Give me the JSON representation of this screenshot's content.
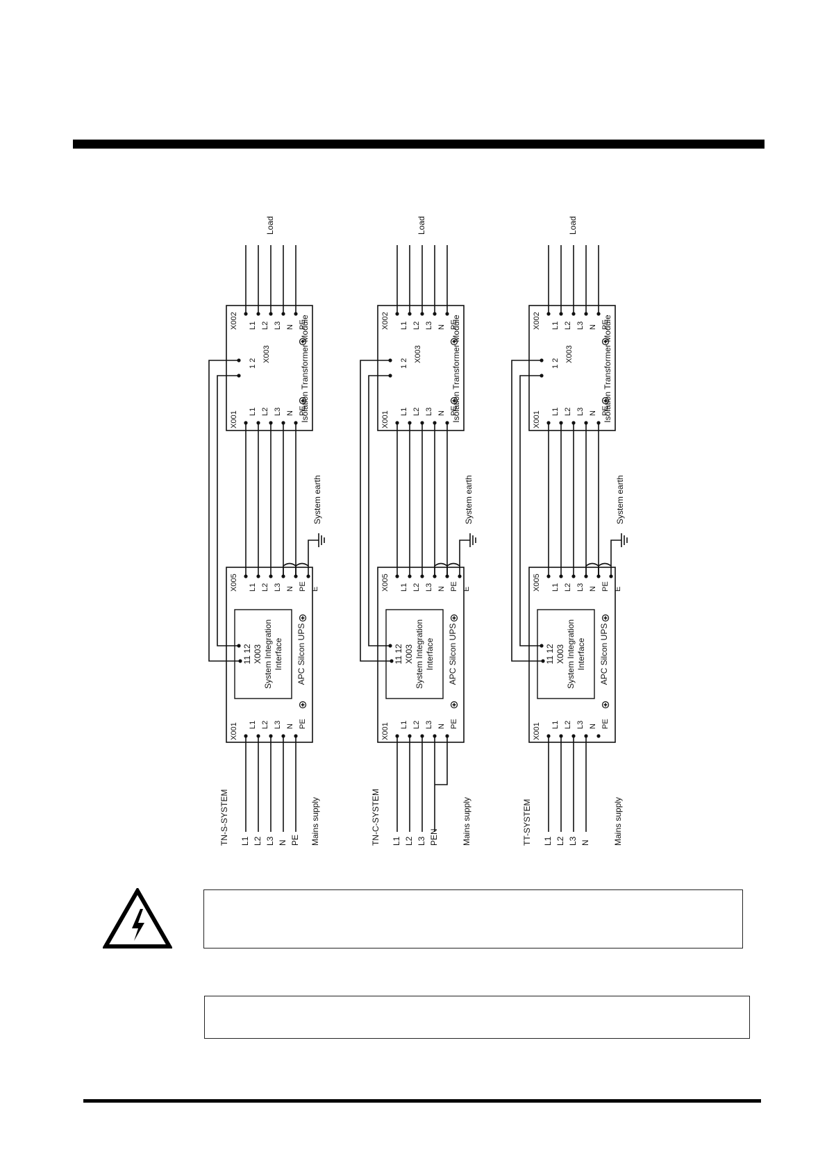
{
  "systems": [
    {
      "type_label": "TN-S-SYSTEM",
      "supply_lines": [
        "L1",
        "L2",
        "L3",
        "N",
        "PE"
      ],
      "mains_label": "Mains supply",
      "ups": {
        "x001_header": "X001",
        "x001_terms": [
          "L1",
          "L2",
          "L3",
          "N",
          "PE"
        ],
        "x005_header": "X005",
        "x005_terms": [
          "L1",
          "L2",
          "L3",
          "N",
          "PE",
          "E"
        ],
        "interface_lines": [
          "11  12",
          "X003",
          "System Integration",
          "Interface"
        ],
        "ups_label": "APC Silcon UPS"
      },
      "earth_label": "System earth",
      "itm": {
        "x001_header": "X001",
        "x001_terms": [
          "L1",
          "L2",
          "L3",
          "N",
          "PE"
        ],
        "x003_terms": "1    2",
        "x003_label": "X003",
        "x002_header": "X002",
        "x002_terms": [
          "L1",
          "L2",
          "L3",
          "N",
          "PE"
        ],
        "module_label": "Isolation Transformer Module"
      },
      "load_label": "Load"
    },
    {
      "type_label": "TN-C-SYSTEM",
      "supply_lines": [
        "L1",
        "L2",
        "L3",
        "PEN"
      ],
      "mains_label": "Mains supply",
      "ups": {
        "x001_header": "X001",
        "x001_terms": [
          "L1",
          "L2",
          "L3",
          "N",
          "PE"
        ],
        "x005_header": "X005",
        "x005_terms": [
          "L1",
          "L2",
          "L3",
          "N",
          "PE",
          "E"
        ],
        "interface_lines": [
          "11  12",
          "X003",
          "System Integration",
          "Interface"
        ],
        "ups_label": "APC Silcon UPS"
      },
      "earth_label": "System earth",
      "itm": {
        "x001_header": "X001",
        "x001_terms": [
          "L1",
          "L2",
          "L3",
          "N",
          "PE"
        ],
        "x003_terms": "1    2",
        "x003_label": "X003",
        "x002_header": "X002",
        "x002_terms": [
          "L1",
          "L2",
          "L3",
          "N",
          "PE"
        ],
        "module_label": "Isolation Transformer Module"
      },
      "load_label": "Load"
    },
    {
      "type_label": "TT-SYSTEM",
      "supply_lines": [
        "L1",
        "L2",
        "L3",
        "N"
      ],
      "mains_label": "Mains supply",
      "ups": {
        "x001_header": "X001",
        "x001_terms": [
          "L1",
          "L2",
          "L3",
          "N",
          "PE"
        ],
        "x005_header": "X005",
        "x005_terms": [
          "L1",
          "L2",
          "L3",
          "N",
          "PE",
          "E"
        ],
        "interface_lines": [
          "11  12",
          "X003",
          "System Integration",
          "Interface"
        ],
        "ups_label": "APC Silcon UPS"
      },
      "earth_label": "System earth",
      "itm": {
        "x001_header": "X001",
        "x001_terms": [
          "L1",
          "L2",
          "L3",
          "N",
          "PE"
        ],
        "x003_terms": "1    2",
        "x003_label": "X003",
        "x002_header": "X002",
        "x002_terms": [
          "L1",
          "L2",
          "L3",
          "N",
          "PE"
        ],
        "module_label": "Isolation Transformer Module"
      },
      "load_label": "Load"
    }
  ],
  "warning_box": {
    "text": ""
  },
  "info_box": {
    "text": ""
  },
  "warning_icon": "high-voltage-icon"
}
